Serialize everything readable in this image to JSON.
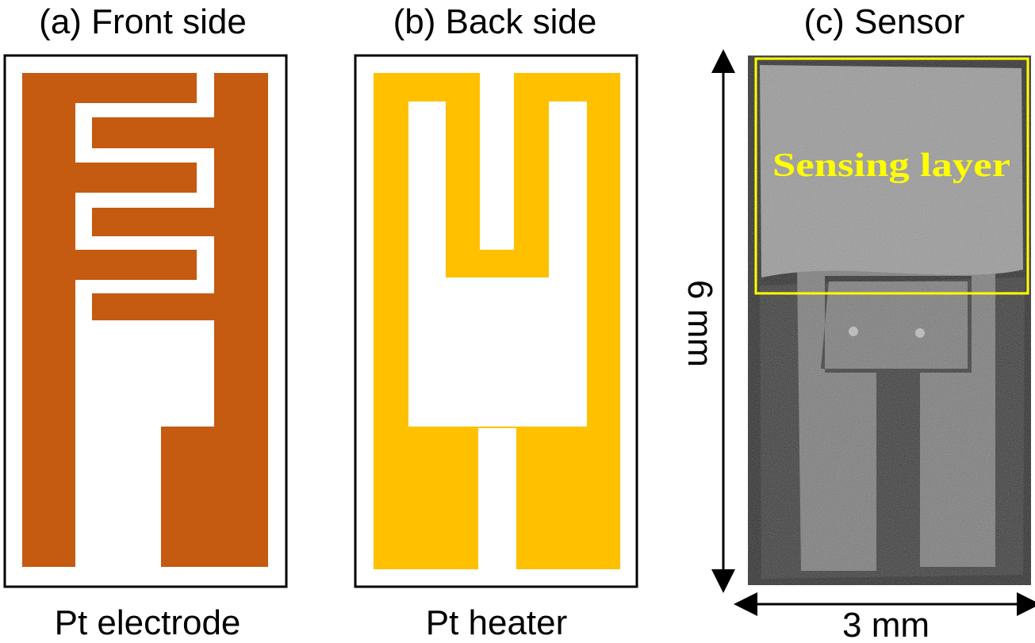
{
  "panels": {
    "a": {
      "title": "(a) Front side",
      "caption": "Pt electrode",
      "color": "#c55a11"
    },
    "b": {
      "title": "(b) Back side",
      "caption": "Pt heater",
      "color": "#ffc000"
    },
    "c": {
      "title": "(c) Sensor",
      "roi_label": "Sensing layer",
      "roi_color": "#ffff00",
      "height_label": "6 mm",
      "width_label": "3 mm"
    }
  }
}
